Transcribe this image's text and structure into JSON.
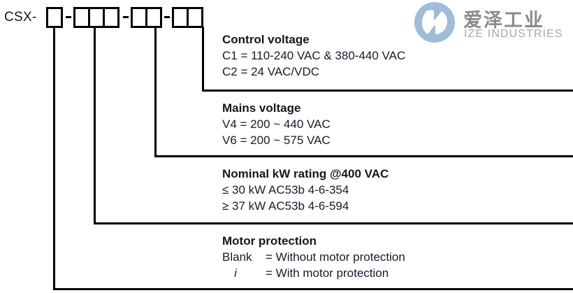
{
  "part_number": {
    "prefix": "CSX-",
    "separator": "-",
    "groups": [
      {
        "name": "motor-protection",
        "boxes": 1
      },
      {
        "name": "kw-rating",
        "boxes": 3
      },
      {
        "name": "mains-voltage",
        "boxes": 2
      },
      {
        "name": "control-voltage",
        "boxes": 2
      }
    ]
  },
  "specs": {
    "control_voltage": {
      "title": "Control voltage",
      "lines": [
        "C1 = 110-240 VAC & 380-440 VAC",
        "C2 = 24 VAC/VDC"
      ]
    },
    "mains_voltage": {
      "title": "Mains voltage",
      "lines": [
        "V4 = 200 ~ 440 VAC",
        "V6 = 200 ~ 575 VAC"
      ]
    },
    "kw_rating": {
      "title": "Nominal kW rating @400 VAC",
      "lines": [
        "≤ 30 kW AC53b 4-6-354",
        "≥ 37 kW AC53b 4-6-594"
      ]
    },
    "motor_protection": {
      "title": "Motor protection",
      "rows": [
        {
          "key": "Blank",
          "eq": "= Without motor protection"
        },
        {
          "key": "i",
          "eq": "= With motor protection"
        }
      ]
    }
  },
  "logo": {
    "name_cn": "爱泽工业",
    "name_en": "IZE INDUSTRIES",
    "mark_color": "#9fbcd8",
    "text_color": "#8b8b8b"
  }
}
